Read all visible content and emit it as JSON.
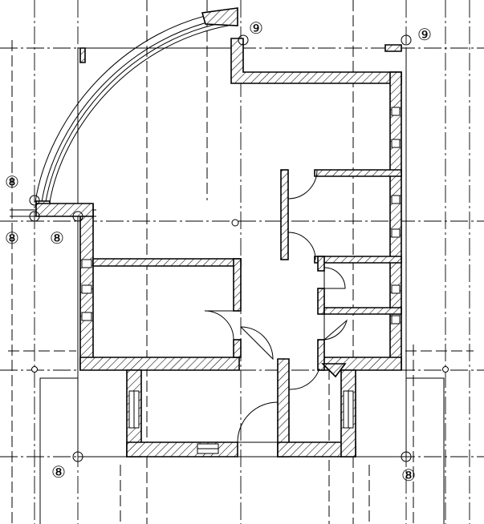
{
  "drawing": {
    "axis_markers": [
      {
        "id": "marker-9-top",
        "text": "⑨"
      },
      {
        "id": "marker-9-right",
        "text": "⑨"
      },
      {
        "id": "marker-8-upper-left",
        "text": "⑧"
      },
      {
        "id": "marker-8-mid-left",
        "text": "⑧"
      },
      {
        "id": "marker-8-mid-inner",
        "text": "⑧"
      },
      {
        "id": "marker-8-bottom-left",
        "text": "⑧"
      },
      {
        "id": "marker-8-bottom-right",
        "text": "⑧"
      }
    ],
    "colors": {
      "line": "#000000",
      "background": "#ffffff"
    }
  }
}
